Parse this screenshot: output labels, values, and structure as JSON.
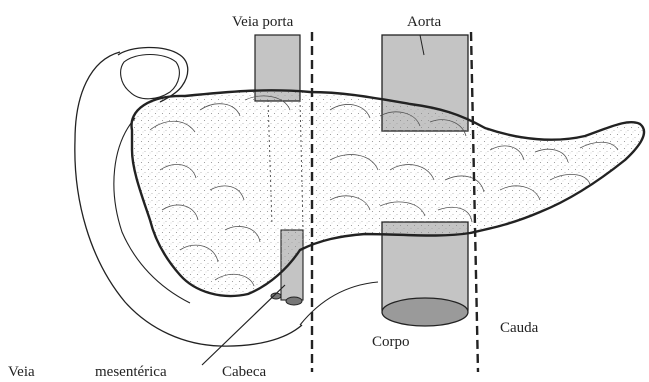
{
  "labels": {
    "veia_porta": "Veia porta",
    "aorta": "Aorta",
    "cauda": "Cauda",
    "corpo": "Corpo",
    "veia": "Veia",
    "mesenterica": "mesentérica",
    "cabeca": "Cabeca"
  },
  "colors": {
    "ink": "#222222",
    "vessel_fill": "#c4c4c4",
    "aorta_cut": "#9a9a9a",
    "stipple": "#8a8a8a",
    "paper": "#ffffff"
  }
}
